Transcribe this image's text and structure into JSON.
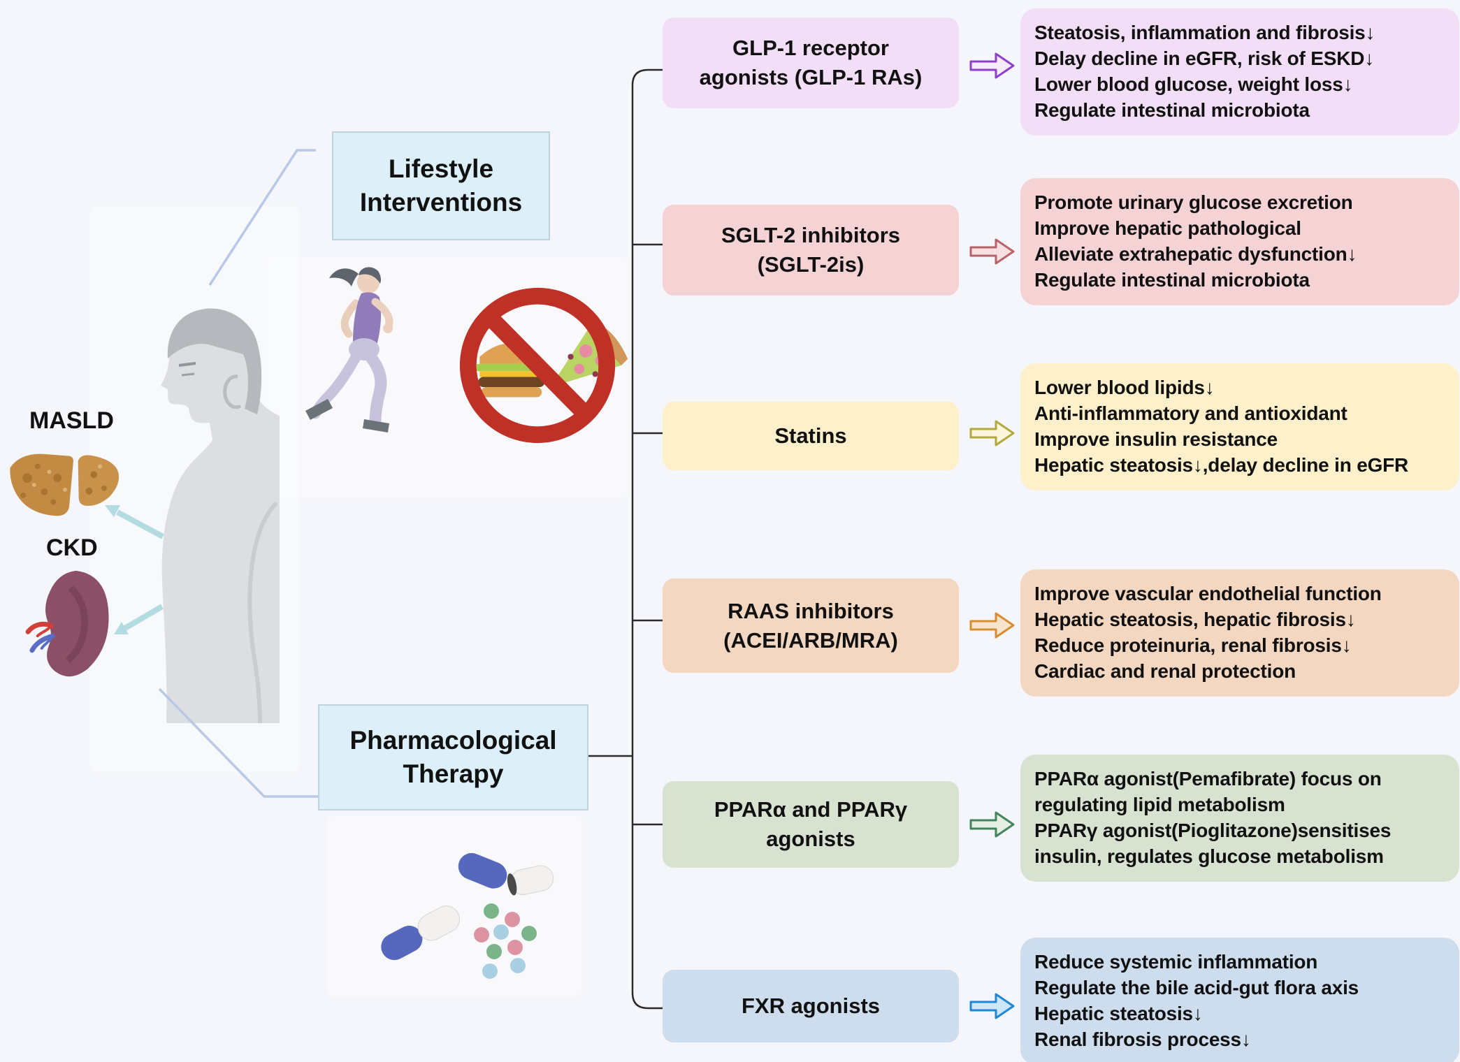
{
  "figure": {
    "title_implicit": "MASLD and CKD: lifestyle and pharmacological management",
    "background": "#f4f6fb",
    "left": {
      "masld_label": "MASLD",
      "ckd_label": "CKD",
      "icons": [
        "fatty-liver-illustration",
        "kidney-illustration",
        "human-profile-silhouette"
      ]
    },
    "categories": {
      "lifestyle": {
        "label": "Lifestyle\nInterventions",
        "bg": "#ddf0fa"
      },
      "pharmacological": {
        "label": "Pharmacological\nTherapy",
        "bg": "#ddf0fa"
      }
    },
    "lifestyle_icons": [
      "running-woman-illustration",
      "no-junk-food-sign"
    ],
    "pharmacological_icons": [
      "pills-capsules-illustration"
    ],
    "drugs": [
      {
        "label": "GLP-1 receptor\nagonists (GLP-1 RAs)",
        "effects": "Steatosis, inflammation and fibrosis↓\nDelay decline in eGFR, risk of ESKD↓\nLower blood glucose, weight loss↓\nRegulate intestinal microbiota",
        "box_color": "#f2dff7",
        "arrow_color": "#8f3fc9"
      },
      {
        "label": "SGLT-2 inhibitors\n(SGLT-2is)",
        "effects": "Promote urinary glucose excretion\nImprove hepatic pathological\nAlleviate extrahepatic dysfunction↓\nRegulate intestinal microbiota",
        "box_color": "#f5d3d5",
        "arrow_color": "#b5646a"
      },
      {
        "label": "Statins",
        "effects": "Lower blood lipids↓\nAnti-inflammatory and antioxidant\nImprove insulin resistance\nHepatic steatosis↓,delay decline in eGFR",
        "box_color": "#fdf0cb",
        "arrow_color": "#b2aa3d"
      },
      {
        "label": "RAAS inhibitors\n(ACEI/ARB/MRA)",
        "effects": "Improve vascular endothelial function\nHepatic steatosis, hepatic fibrosis↓\nReduce proteinuria, renal fibrosis↓\nCardiac and renal protection",
        "box_color": "#f4d7c1",
        "arrow_color": "#d68d2f"
      },
      {
        "label": "PPARα and PPARγ\nagonists",
        "effects": "PPARα agonist(Pemafibrate) focus on\nregulating lipid metabolism\nPPARγ agonist(Pioglitazone)sensitises\ninsulin, regulates glucose metabolism",
        "box_color": "#d7e2d1",
        "arrow_color": "#42855d"
      },
      {
        "label": "FXR agonists",
        "effects": "Reduce systemic inflammation\nRegulate the bile acid-gut flora axis\nHepatic steatosis↓\nRenal fibrosis process↓",
        "box_color": "#cddded",
        "arrow_color": "#2087d2"
      }
    ],
    "palette": {
      "tree_line": "#2b2b2b",
      "link_line": "#b9c8e6",
      "organ_arrow": "#b3dce2",
      "liver": "#c28a42",
      "kidney": "#8c5066",
      "prohibition_red": "#bf3026"
    }
  }
}
